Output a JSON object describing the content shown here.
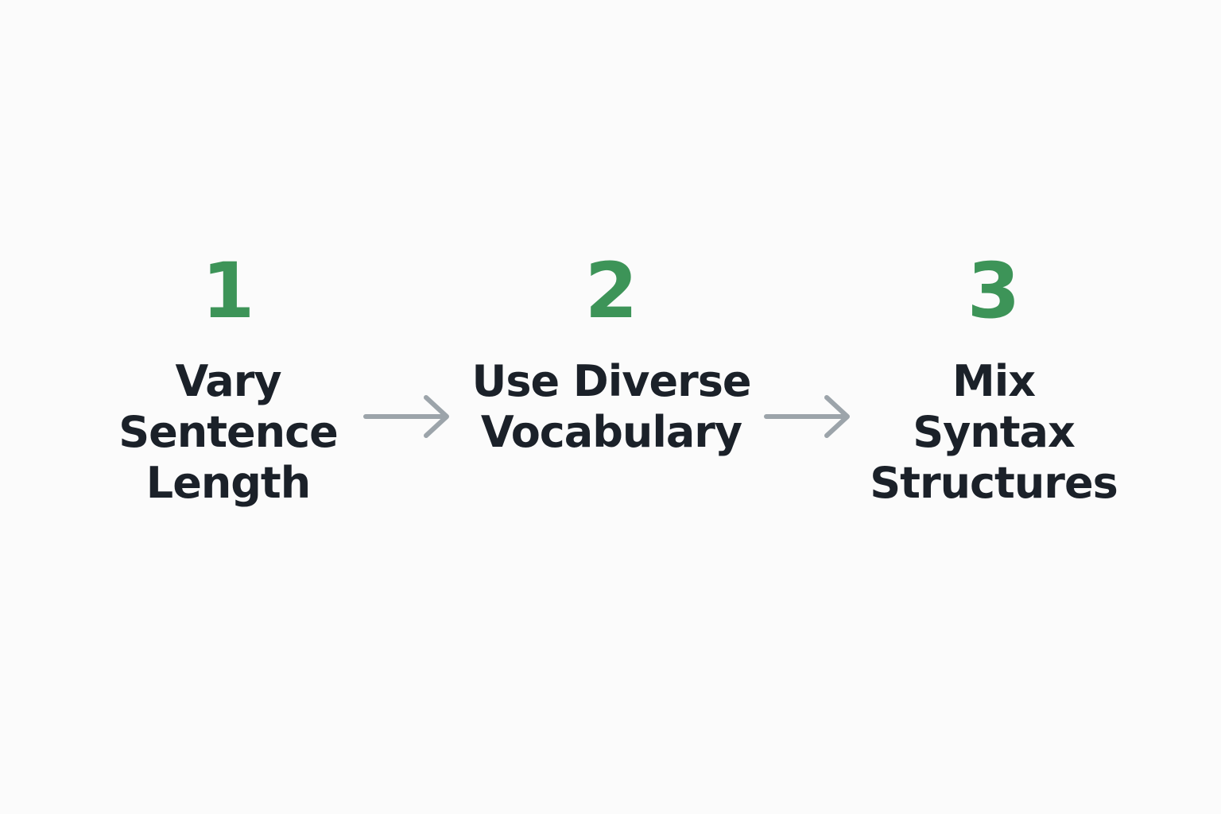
{
  "colors": {
    "background": "#fbfbfb",
    "number": "#3d9458",
    "label": "#1b2129",
    "arrow": "#9ca4aa"
  },
  "steps": [
    {
      "number": "1",
      "label_lines": [
        "Vary",
        "Sentence",
        "Length"
      ]
    },
    {
      "number": "2",
      "label_lines": [
        "Use Diverse",
        "Vocabulary"
      ]
    },
    {
      "number": "3",
      "label_lines": [
        "Mix",
        "Syntax",
        "Structures"
      ]
    }
  ],
  "connectors": [
    {
      "from": 1,
      "to": 2,
      "icon": "arrow-right-icon"
    },
    {
      "from": 2,
      "to": 3,
      "icon": "arrow-right-icon"
    }
  ]
}
